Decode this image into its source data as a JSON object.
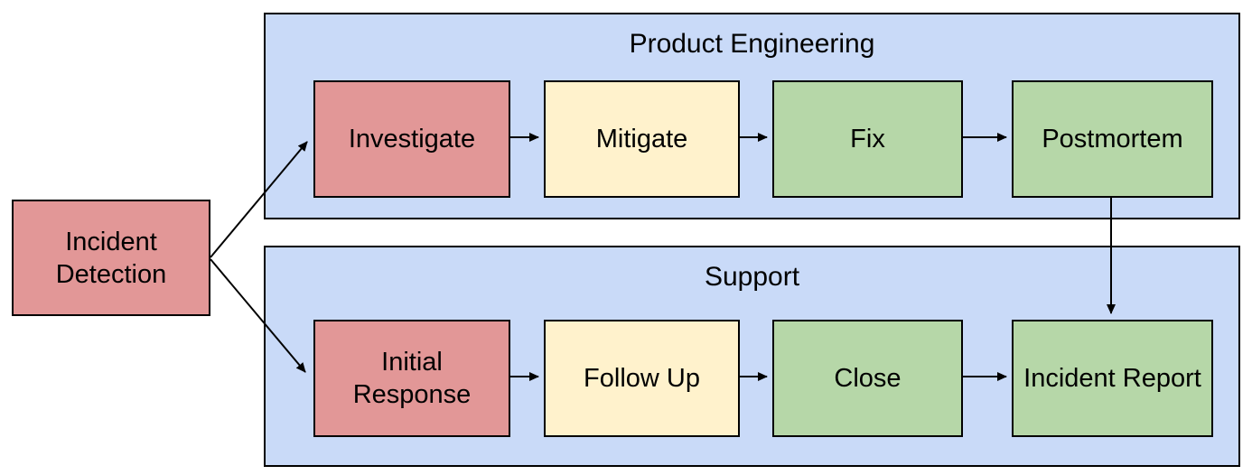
{
  "diagram": {
    "start": {
      "label": "Incident Detection",
      "color": "#e29797"
    },
    "lanes": [
      {
        "title": "Product Engineering",
        "steps": [
          {
            "label": "Investigate",
            "color": "#e29797"
          },
          {
            "label": "Mitigate",
            "color": "#fff2cc"
          },
          {
            "label": "Fix",
            "color": "#b6d7a8"
          },
          {
            "label": "Postmortem",
            "color": "#b6d7a8"
          }
        ]
      },
      {
        "title": "Support",
        "steps": [
          {
            "label": "Initial Response",
            "color": "#e29797"
          },
          {
            "label": "Follow Up",
            "color": "#fff2cc"
          },
          {
            "label": "Close",
            "color": "#b6d7a8"
          },
          {
            "label": "Incident Report",
            "color": "#b6d7a8"
          }
        ]
      }
    ],
    "edges": [
      {
        "from": "Incident Detection",
        "to": "Investigate"
      },
      {
        "from": "Incident Detection",
        "to": "Initial Response"
      },
      {
        "from": "Investigate",
        "to": "Mitigate"
      },
      {
        "from": "Mitigate",
        "to": "Fix"
      },
      {
        "from": "Fix",
        "to": "Postmortem"
      },
      {
        "from": "Postmortem",
        "to": "Incident Report"
      },
      {
        "from": "Initial Response",
        "to": "Follow Up"
      },
      {
        "from": "Follow Up",
        "to": "Close"
      },
      {
        "from": "Close",
        "to": "Incident Report"
      }
    ],
    "colors": {
      "lane_fill": "#c9daf8",
      "node_red": "#e29797",
      "node_yellow": "#fff2cc",
      "node_green": "#b6d7a8",
      "border": "#000000",
      "arrow": "#000000",
      "text": "#000000",
      "background": "#ffffff"
    }
  }
}
